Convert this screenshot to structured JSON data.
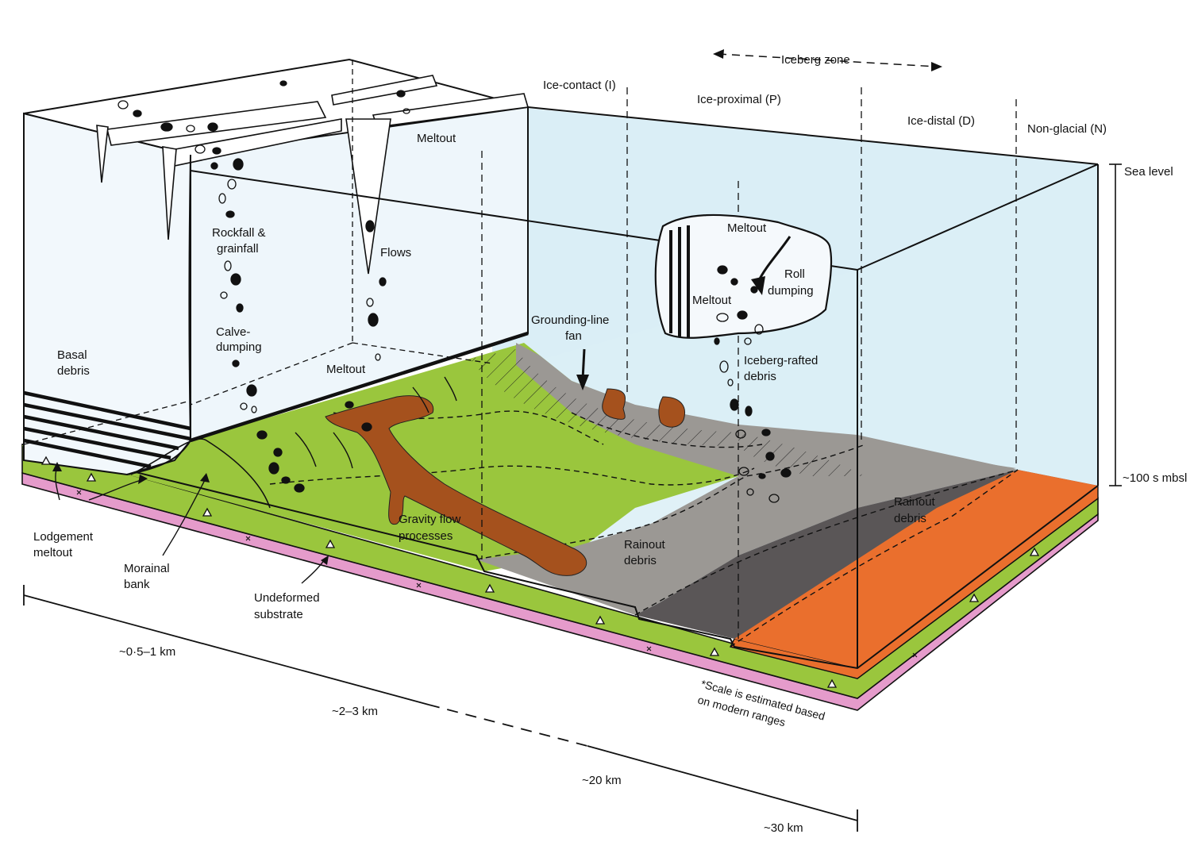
{
  "zones": {
    "ice_contact": "Ice-contact (I)",
    "ice_proximal": "Ice-proximal (P)",
    "ice_distal": "Ice-distal (D)",
    "non_glacial": "Non-glacial (N)",
    "iceberg_zone": "Iceberg zone"
  },
  "water": {
    "sea_level": "Sea level",
    "depth": "~100 s mbsl"
  },
  "labels": {
    "meltout_top": "Meltout",
    "rockfall_1": "Rockfall &",
    "rockfall_2": "grainfall",
    "flows": "Flows",
    "calve_1": "Calve-",
    "calve_2": "dumping",
    "basal_1": "Basal",
    "basal_2": "debris",
    "meltout_front": "Meltout",
    "grounding_1": "Grounding-line",
    "grounding_2": "fan",
    "iceberg_meltout_top": "Meltout",
    "roll_1": "Roll",
    "roll_2": "dumping",
    "iceberg_meltout_left": "Meltout",
    "rafted_1": "Iceberg-rafted",
    "rafted_2": "debris",
    "rainout_far_1": "Rainout",
    "rainout_far_2": "debris",
    "rainout_mid_1": "Rainout",
    "rainout_mid_2": "debris",
    "gravity_1": "Gravity flow",
    "gravity_2": "processes",
    "lodgement_1": "Lodgement",
    "lodgement_2": "meltout",
    "morainal_1": "Morainal",
    "morainal_2": "bank",
    "undeformed_1": "Undeformed",
    "undeformed_2": "substrate"
  },
  "scale": {
    "s1": "~0·5–1 km",
    "s2": "~2–3 km",
    "s3": "~20 km",
    "s4": "~30 km",
    "note_1": "*Scale is estimated based",
    "note_2": "on modern ranges"
  },
  "colors": {
    "water": "#daeef6",
    "ice": "#f2f8fc",
    "ice_top": "#ffffff",
    "green": "#9ac63d",
    "brown": "#a5511d",
    "grey": "#9b9894",
    "dark_grey": "#5a5657",
    "orange": "#ea6f2d",
    "pink": "#e59bcb"
  }
}
